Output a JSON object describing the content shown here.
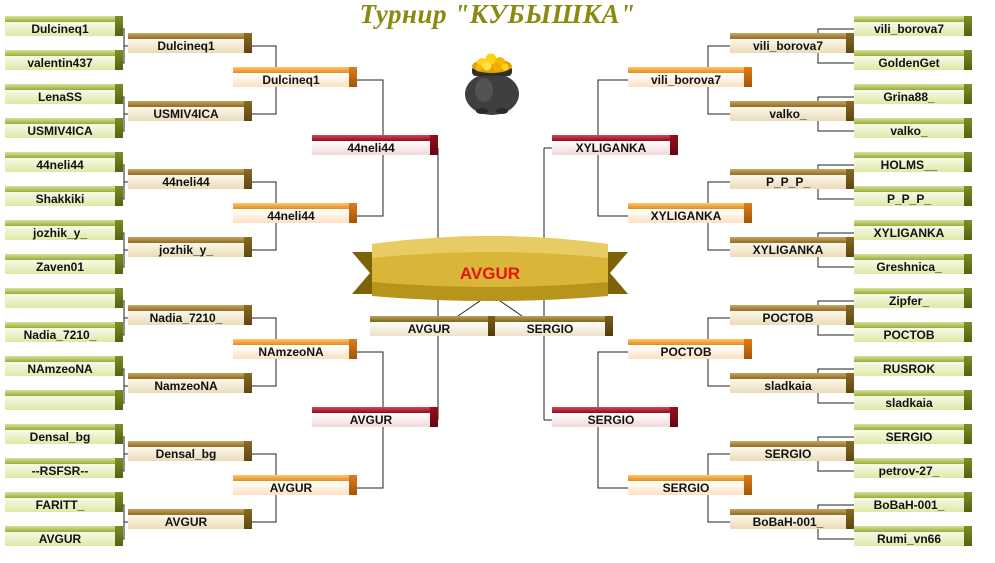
{
  "title": "Турнир \"КУБЫШКА\"",
  "champion": "AVGUR",
  "left": {
    "r1": [
      "Dulcineq1",
      "valentin437",
      "LenaSS",
      "USMIV4ICA",
      "44neli44",
      "Shakkiki",
      "jozhik_y_",
      "Zaven01",
      "",
      "Nadia_7210_",
      "NAmzeoNA",
      "",
      "Densal_bg",
      "--RSFSR--",
      "FARITT_",
      "AVGUR"
    ],
    "r2": [
      "Dulcineq1",
      "USMIV4ICA",
      "44neli44",
      "jozhik_y_",
      "Nadia_7210_",
      "NamzeoNA",
      "Densal_bg",
      "AVGUR"
    ],
    "r3": [
      "Dulcineq1",
      "44neli44",
      "NAmzeoNA",
      "AVGUR"
    ],
    "r4": [
      "44neli44",
      "AVGUR"
    ],
    "semi": "AVGUR"
  },
  "right": {
    "r1": [
      "vili_borova7",
      "GoldenGet",
      "Grina88_",
      "valko_",
      "HOLMS__",
      "P_P_P_",
      "XYLIGANKA",
      "Greshnica_",
      "Zipfer_",
      "POCTOB",
      "RUSROK",
      "sladkaia",
      "SERGIO",
      "petrov-27_",
      "BoBaH-001_",
      "Rumi_vn66"
    ],
    "r2": [
      "vili_borova7",
      "valko_",
      "P_P_P_",
      "XYLIGANKA",
      "POCTOB",
      "sladkaia",
      "SERGIO",
      "BoBaH-001_"
    ],
    "r3": [
      "vili_borova7",
      "XYLIGANKA",
      "POCTOB",
      "SERGIO"
    ],
    "r4": [
      "XYLIGANKA",
      "SERGIO"
    ],
    "semi": "SERGIO"
  }
}
